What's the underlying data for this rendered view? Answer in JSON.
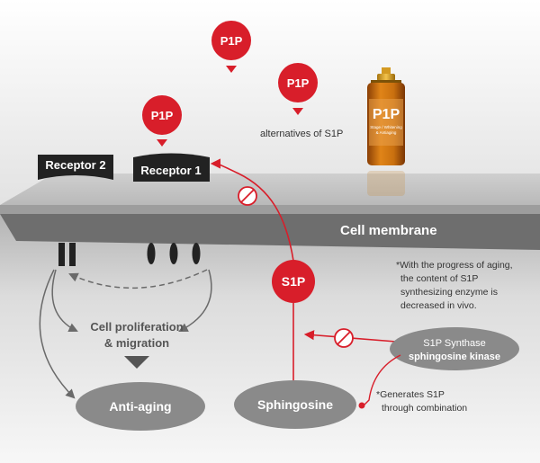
{
  "labels": {
    "p1p_top": "P1P",
    "p1p_mid": "P1P",
    "p1p_left": "P1P",
    "alternatives": "alternatives of S1P",
    "receptor2": "Receptor 2",
    "receptor1": "Receptor 1",
    "cell_membrane": "Cell membrane",
    "s1p": "S1P",
    "aging_note_line1": "*With the progress of aging,",
    "aging_note_line2": "the content of S1P",
    "aging_note_line3": "synthesizing enzyme is",
    "aging_note_line4": "decreased in vivo.",
    "cell_prolif_line1": "Cell proliferation",
    "cell_prolif_line2": "& migration",
    "synthase_line1": "S1P Synthase",
    "synthase_line2": "sphingosine kinase",
    "anti_aging": "Anti-aging",
    "sphingosine": "Sphingosine",
    "generates_line1": "*Generates S1P",
    "generates_line2": "through combination"
  },
  "product": {
    "brand": "P1P",
    "line1": "Stage / Whitening",
    "line2": "& Antiaging"
  },
  "colors": {
    "accent_red": "#d81e2a",
    "dark_gray": "#555555",
    "ellipse_gray": "#8a8a8a",
    "membrane": "#6e6e6e",
    "bottle_amber": "#c9700f",
    "cap_gold": "#e0a020"
  }
}
